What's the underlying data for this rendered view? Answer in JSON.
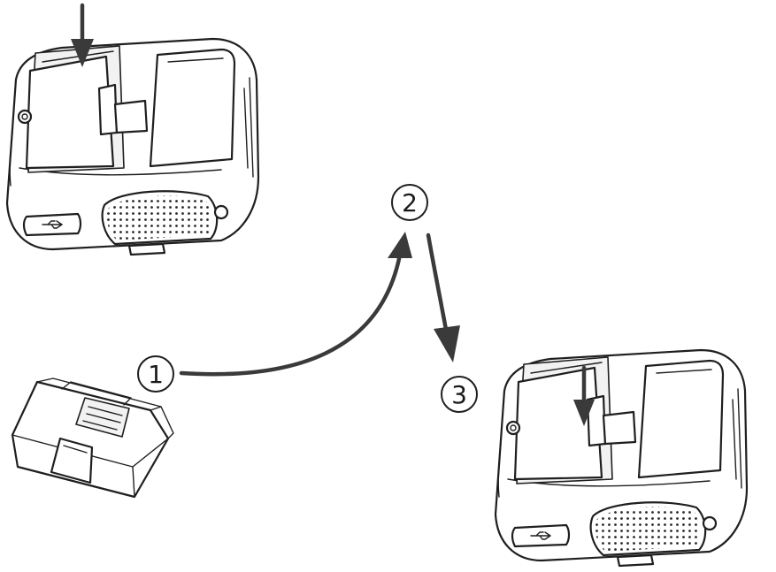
{
  "steps": [
    {
      "number": "1"
    },
    {
      "number": "2"
    },
    {
      "number": "3"
    }
  ],
  "icons": {
    "battery": "battery-pack-icon",
    "printer": "printer-icon",
    "usb": "usb-icon",
    "speaker": "speaker-grille-icon",
    "arrow": "arrow-icon"
  },
  "colors": {
    "line": "#1f1f1f",
    "arrow": "#3a3a3a",
    "background": "#ffffff"
  }
}
